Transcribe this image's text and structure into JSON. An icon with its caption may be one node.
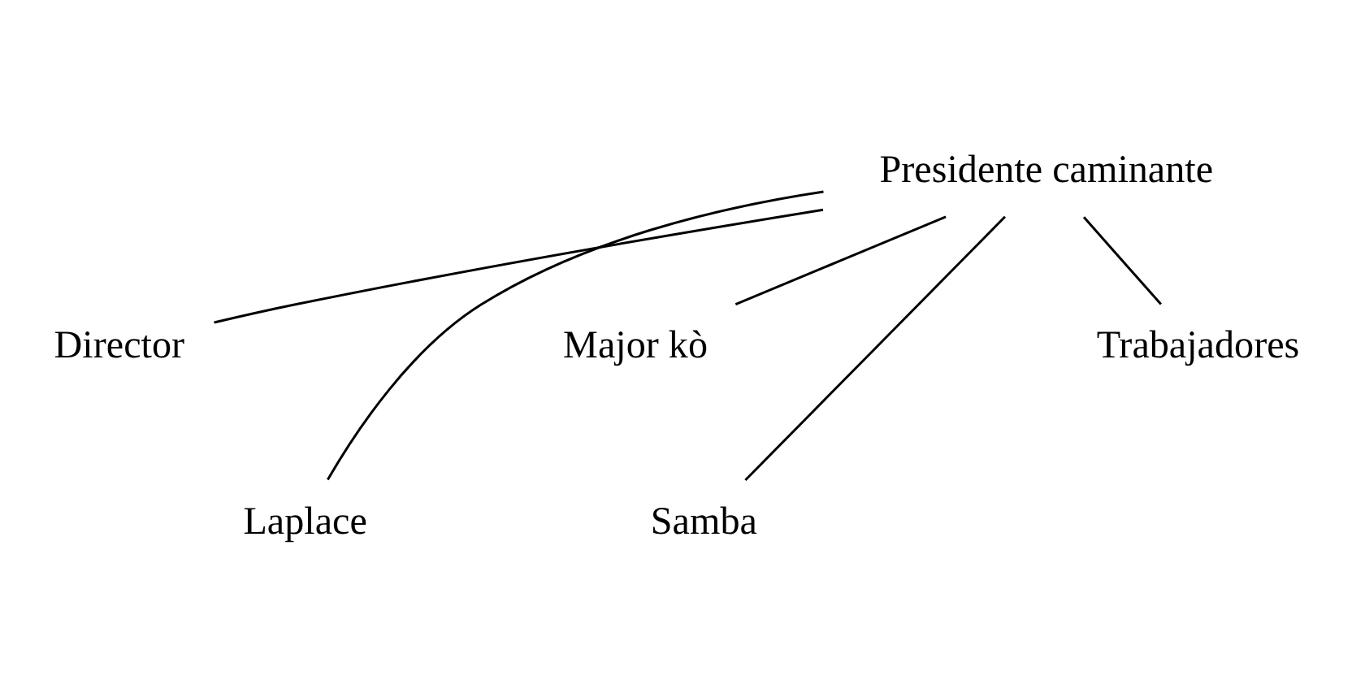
{
  "diagram": {
    "nodes": [
      {
        "text": [
          "Presidente caminante"
        ]
      },
      {
        "text": [
          "Director"
        ]
      },
      {
        "text": [
          "Major kò"
        ]
      },
      {
        "text": [
          "Laplace"
        ]
      },
      {
        "text": [
          "Samba"
        ]
      },
      {
        "text": [
          "Trabajadores"
        ]
      }
    ],
    "edges": [
      {
        "from": 0,
        "to": 1,
        "arrow": "none"
      },
      {
        "from": 0,
        "to": 2,
        "arrow": "none"
      },
      {
        "from": 0,
        "to": 3,
        "arrow": "none"
      },
      {
        "from": 0,
        "to": 4,
        "arrow": "none"
      },
      {
        "from": 0,
        "to": 5,
        "arrow": "none"
      }
    ]
  }
}
